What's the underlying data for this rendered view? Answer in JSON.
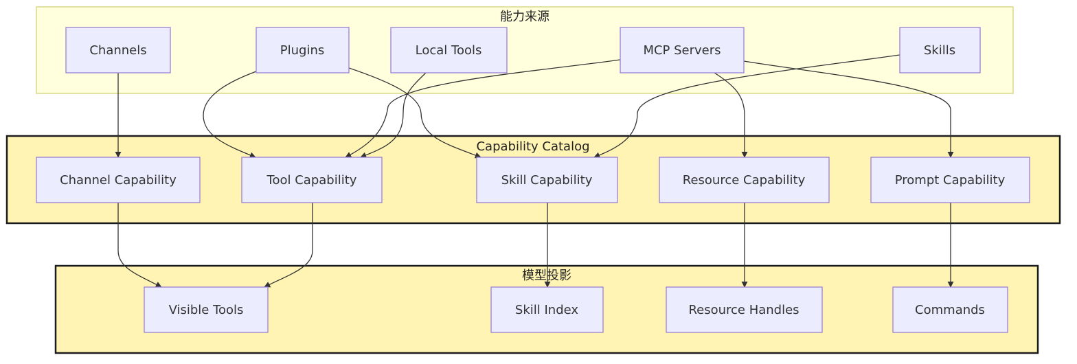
{
  "clusters": {
    "sources": {
      "label": "能力来源"
    },
    "catalog": {
      "label": "Capability Catalog"
    },
    "projection": {
      "label": "模型投影"
    }
  },
  "nodes": {
    "channels": "Channels",
    "plugins": "Plugins",
    "local_tools": "Local Tools",
    "mcp_servers": "MCP Servers",
    "skills": "Skills",
    "channel_capability": "Channel Capability",
    "tool_capability": "Tool Capability",
    "skill_capability": "Skill Capability",
    "resource_capability": "Resource Capability",
    "prompt_capability": "Prompt Capability",
    "visible_tools": "Visible Tools",
    "skill_index": "Skill Index",
    "resource_handles": "Resource Handles",
    "commands": "Commands"
  },
  "edges": [
    {
      "from": "channels",
      "to": "channel_capability"
    },
    {
      "from": "plugins",
      "to": "tool_capability"
    },
    {
      "from": "plugins",
      "to": "skill_capability"
    },
    {
      "from": "local_tools",
      "to": "tool_capability"
    },
    {
      "from": "mcp_servers",
      "to": "tool_capability"
    },
    {
      "from": "mcp_servers",
      "to": "resource_capability"
    },
    {
      "from": "mcp_servers",
      "to": "prompt_capability"
    },
    {
      "from": "skills",
      "to": "skill_capability"
    },
    {
      "from": "channel_capability",
      "to": "visible_tools"
    },
    {
      "from": "tool_capability",
      "to": "visible_tools"
    },
    {
      "from": "skill_capability",
      "to": "skill_index"
    },
    {
      "from": "resource_capability",
      "to": "resource_handles"
    },
    {
      "from": "prompt_capability",
      "to": "commands"
    }
  ],
  "colors": {
    "node_fill": "#ececff",
    "node_border": "#9b7fd4",
    "sources_fill": "#ffffde",
    "sources_border": "#d8d88a",
    "subgraph_fill": "#fff4b3",
    "subgraph_border": "#1c1c1c",
    "edge": "#333333"
  }
}
